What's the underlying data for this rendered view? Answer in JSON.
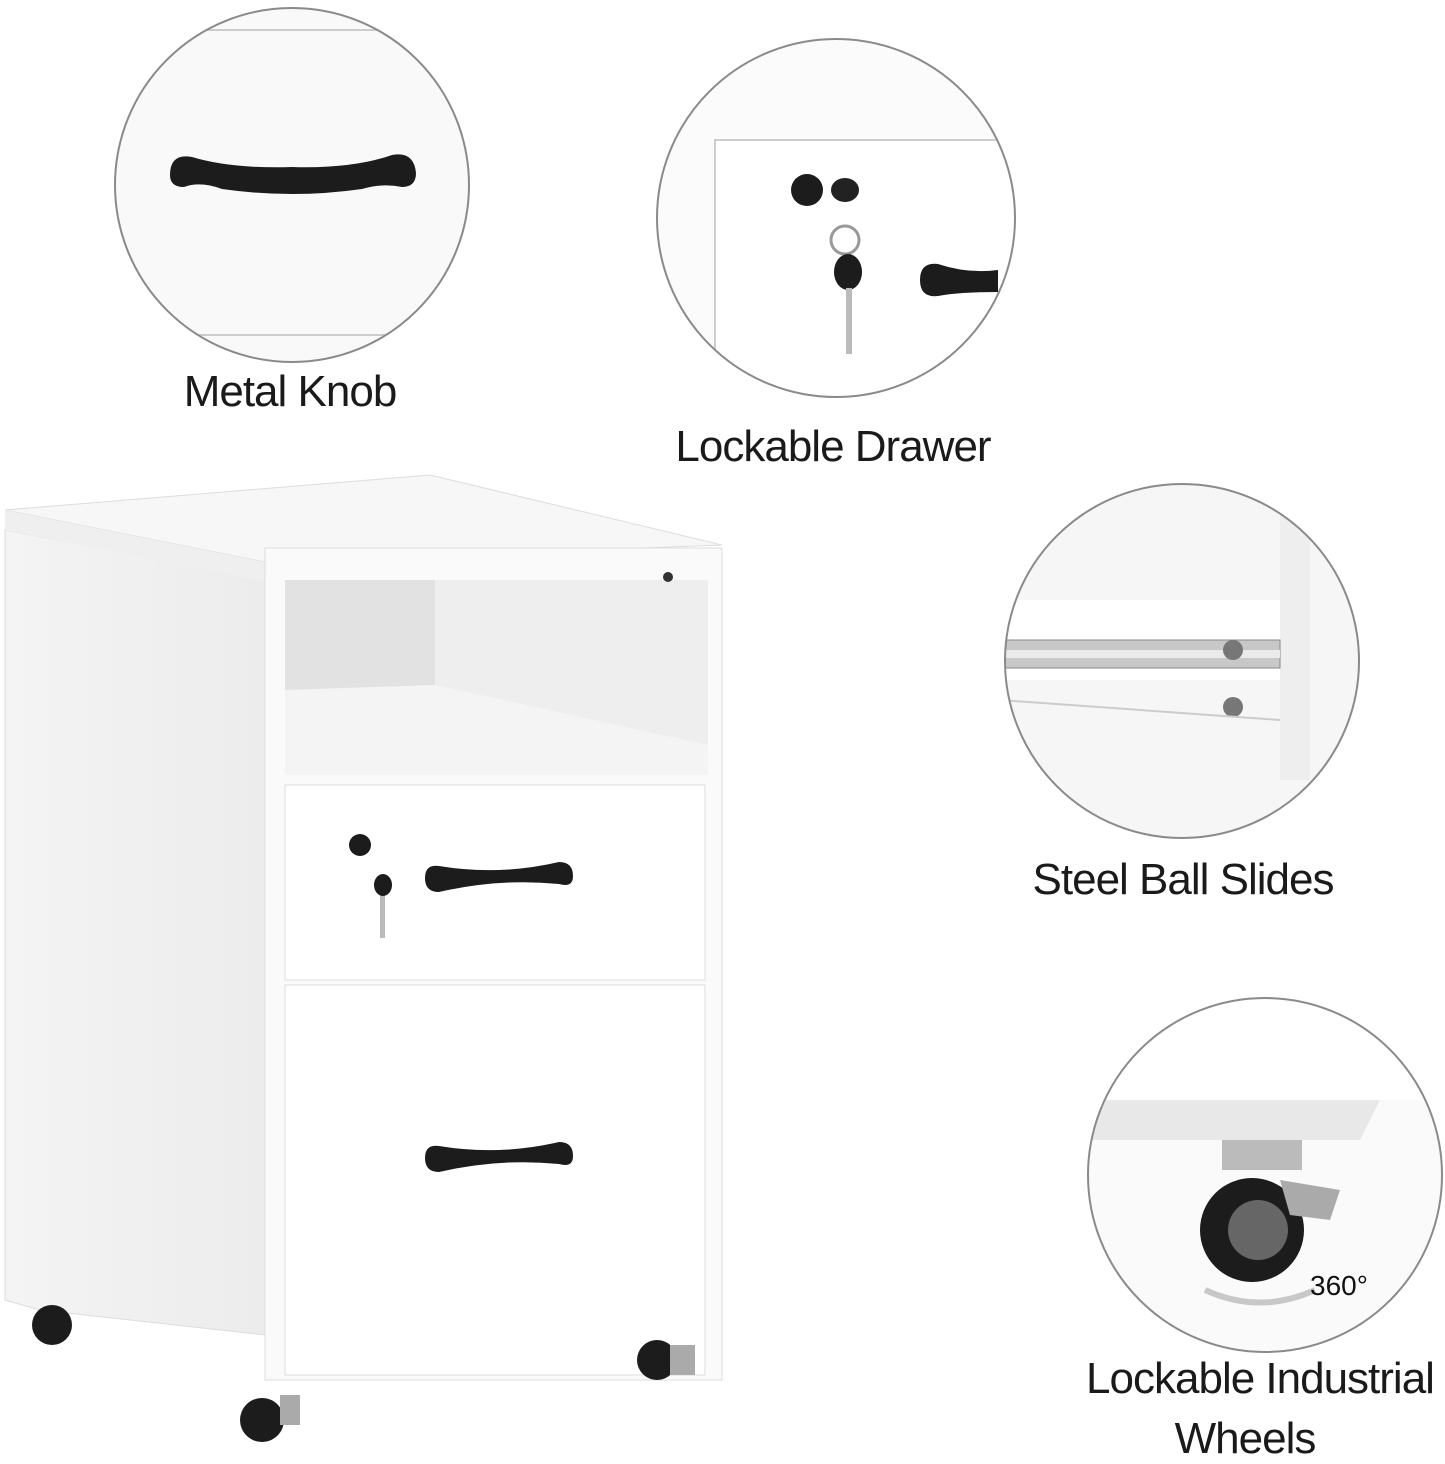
{
  "features": [
    {
      "label": "Metal Knob",
      "icon": "drawer-handle-icon"
    },
    {
      "label": "Lockable Drawer",
      "icon": "lock-and-key-icon"
    },
    {
      "label": "Steel Ball Slides",
      "icon": "ball-slide-rail-icon"
    },
    {
      "label": "Lockable Industrial",
      "label_line2": "Wheels",
      "icon": "caster-wheel-icon",
      "rotation_text": "360°"
    }
  ],
  "colors": {
    "cabinet": "#ffffff",
    "hardware": "#1c1c1c",
    "circle_border": "#8a8a8a",
    "text": "#1a1a1a"
  }
}
